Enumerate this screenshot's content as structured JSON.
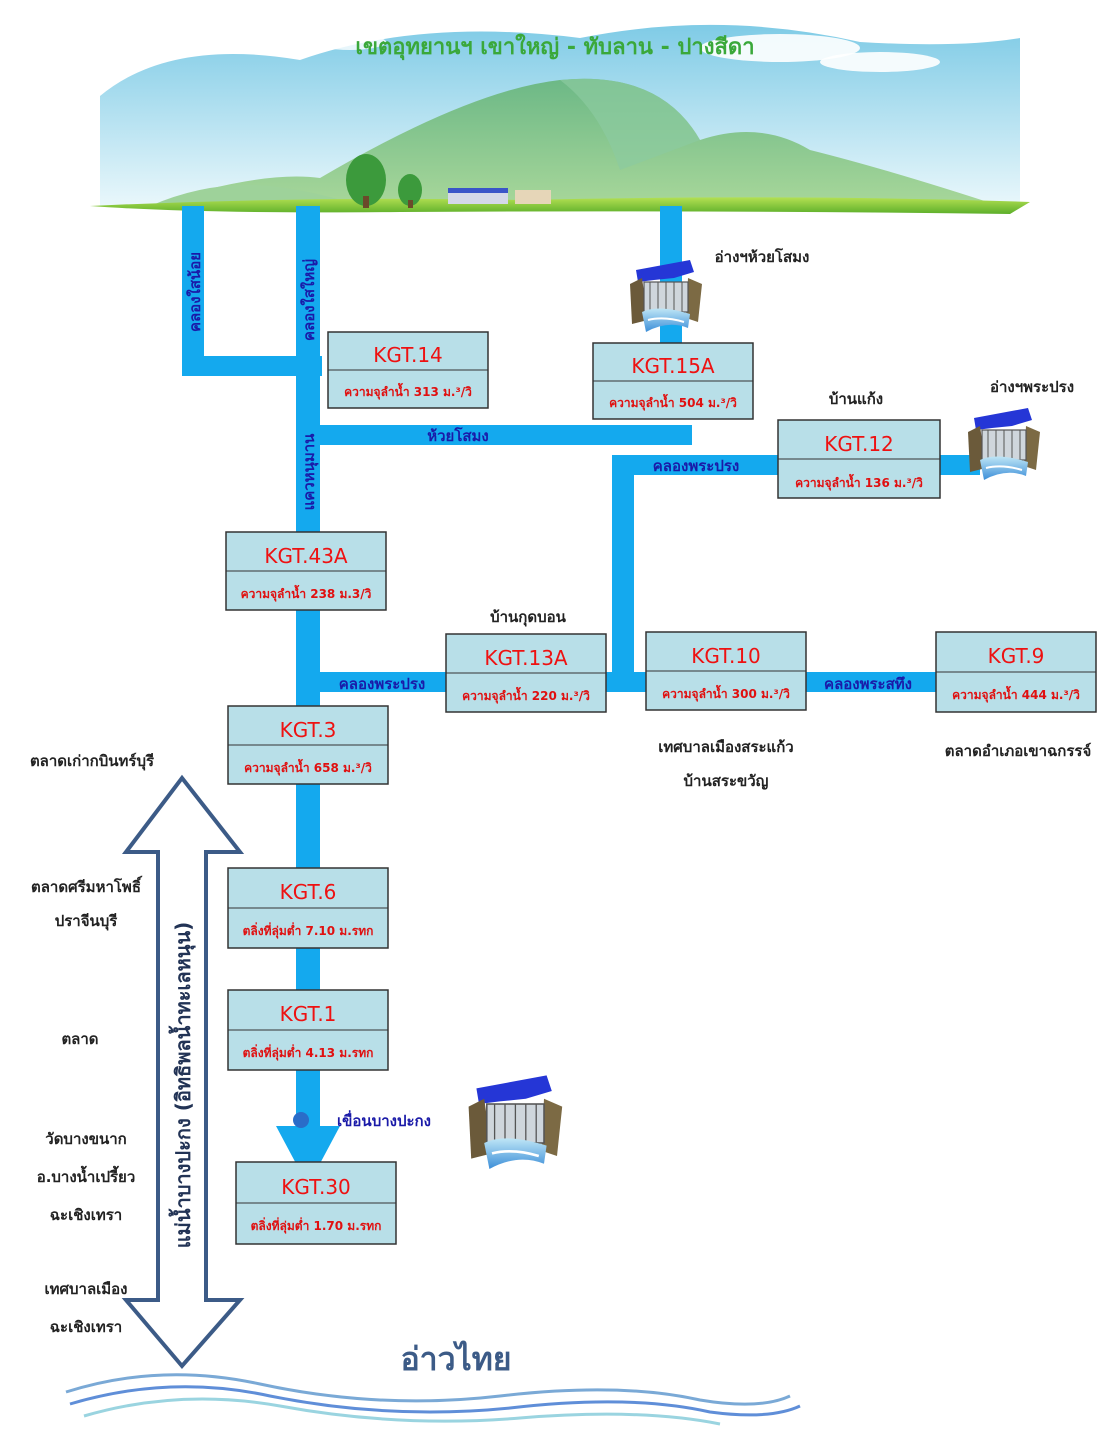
{
  "header": {
    "title": "เขตอุทยานฯ เขาใหญ่ - ทับลาน  - ปางสีดา"
  },
  "colors": {
    "river": "#14a9ee",
    "stream_label": "#1a1aa8",
    "station_fill": "#b8dfe8",
    "station_code": "#ee1111",
    "station_detail": "#e01010",
    "side_arrow": "#3c5b87",
    "sky": "#c8eaf5",
    "grass": "#86cc3a"
  },
  "streams": {
    "khlong_sai_noi": "คลองใสน้อย",
    "khlong_sai_yai": "คลองใสใหญ่",
    "khwae_hanuman": "แควหนุมาน",
    "huai_samong": "ห้วยโสมง",
    "khlong_phra_prong_upper": "คลองพระปรง",
    "khlong_phra_prong_lower": "คลองพระปรง",
    "khlong_phra_sathueng": "คลองพระสทึง"
  },
  "places": {
    "ang_huai_samong": "อ่างฯห้วยโสมง",
    "ang_phra_prong": "อ่างฯพระปรง",
    "ban_kaeng": "บ้านแก้ง",
    "ban_kut_bon": "บ้านกุดบอน",
    "tessaban_sa_kaeo": "เทศบาลเมืองสระแก้ว",
    "ban_sa_khwan": "บ้านสระขวัญ",
    "talat_khao_chakan": "ตลาดอำเภอเขาฉกรรจ์",
    "talat_kabin": "ตลาดเก่ากบินทร์บุรี",
    "talat_si_maha_pho": "ตลาดศรีมหาโพธิ์",
    "prachinburi": "ปราจีนบุรี",
    "talat": "ตลาด",
    "wat_bang_khanak": "วัดบางขนาก",
    "bang_nam_priao": "อ.บางน้ำเปรี้ยว",
    "chachoengsao_1": "ฉะเชิงเทรา",
    "tessaban_mueang": "เทศบาลเมือง",
    "chachoengsao_2": "ฉะเชิงเทรา",
    "dam_bang_pakong": "เขื่อนบางปะกง",
    "gulf": "อ่าวไทย",
    "tidal_river": "แม่น้ำบางปะกง (อิทธิพลน้ำทะเลหนุน)"
  },
  "stations": {
    "kgt14": {
      "code": "KGT.14",
      "detail": "ความจุลำน้ำ 313 ม.³/วิ"
    },
    "kgt15a": {
      "code": "KGT.15A",
      "detail": "ความจุลำน้ำ 504 ม.³/วิ"
    },
    "kgt12": {
      "code": "KGT.12",
      "detail": "ความจุลำน้ำ 136 ม.³/วิ"
    },
    "kgt43a": {
      "code": "KGT.43A",
      "detail": "ความจุลำน้ำ 238 ม.3/วิ"
    },
    "kgt13a": {
      "code": "KGT.13A",
      "detail": "ความจุลำน้ำ 220 ม.³/วิ"
    },
    "kgt10": {
      "code": "KGT.10",
      "detail": "ความจุลำน้ำ 300 ม.³/วิ"
    },
    "kgt9": {
      "code": "KGT.9",
      "detail": "ความจุลำน้ำ 444 ม.³/วิ"
    },
    "kgt3": {
      "code": "KGT.3",
      "detail": "ความจุลำน้ำ 658 ม.³/วิ"
    },
    "kgt6": {
      "code": "KGT.6",
      "detail": "ตลิ่งที่ลุ่มต่ำ 7.10 ม.รทก"
    },
    "kgt1": {
      "code": "KGT.1",
      "detail": "ตลิ่งที่ลุ่มต่ำ 4.13 ม.รทก"
    },
    "kgt30": {
      "code": "KGT.30",
      "detail": "ตลิ่งที่ลุ่มต่ำ 1.70 ม.รทก"
    }
  },
  "icons": {
    "dam": "dam-icon",
    "mountain": "mountain-icon",
    "waves": "waves-icon",
    "dam_marker": "dam-marker-icon"
  }
}
